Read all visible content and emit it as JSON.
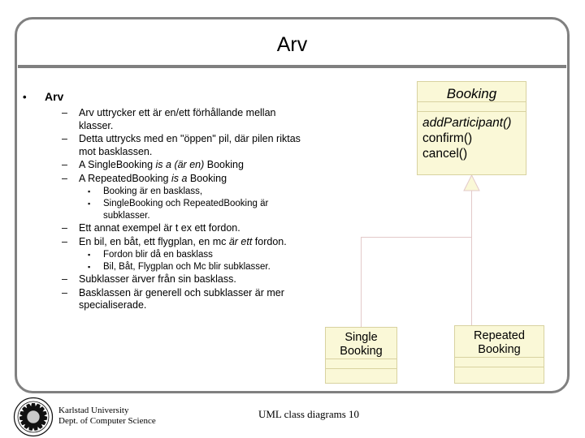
{
  "slide": {
    "title": "Arv",
    "frame_color": "#808080",
    "background": "#ffffff"
  },
  "outline": [
    {
      "level": 1,
      "marker": "•",
      "bold": true,
      "text": "Arv"
    },
    {
      "level": 2,
      "marker": "–",
      "text": "Arv uttrycker ett är en/ett förhållande mellan klasser."
    },
    {
      "level": 2,
      "marker": "–",
      "text": "Detta uttrycks med en \"öppen\" pil, där pilen riktas mot basklassen."
    },
    {
      "level": 2,
      "marker": "–",
      "text_parts": [
        {
          "text": "A SingleBooking ",
          "italic": false
        },
        {
          "text": "is a (är en)",
          "italic": true
        },
        {
          "text": " Booking",
          "italic": false
        }
      ],
      "text": "A SingleBooking is a (är en) Booking"
    },
    {
      "level": 2,
      "marker": "–",
      "text_parts": [
        {
          "text": "A RepeatedBooking ",
          "italic": false
        },
        {
          "text": "is a",
          "italic": true
        },
        {
          "text": " Booking",
          "italic": false
        }
      ],
      "text": "A RepeatedBooking is a Booking"
    },
    {
      "level": 3,
      "marker": "▪",
      "text": "Booking är en basklass,"
    },
    {
      "level": 3,
      "marker": "▪",
      "text": "SingleBooking och RepeatedBooking är subklasser."
    },
    {
      "level": 2,
      "marker": "–",
      "text": "Ett annat exempel är t ex ett fordon."
    },
    {
      "level": 2,
      "marker": "–",
      "text_parts": [
        {
          "text": "En bil, en båt, ett flygplan, en mc ",
          "italic": false
        },
        {
          "text": "är ett",
          "italic": true
        },
        {
          "text": " fordon.",
          "italic": false
        }
      ],
      "text": "En bil, en båt, ett flygplan, en mc är ett fordon."
    },
    {
      "level": 3,
      "marker": "▪",
      "text": "Fordon blir då en basklass"
    },
    {
      "level": 3,
      "marker": "▪",
      "text": "Bil, Båt, Flygplan och Mc blir subklasser."
    },
    {
      "level": 2,
      "marker": "–",
      "text": "Subklasser ärver från sin basklass."
    },
    {
      "level": 2,
      "marker": "–",
      "text": "Basklassen är generell och subklasser är mer specialiserade."
    }
  ],
  "diagram": {
    "type": "uml-class-diagram",
    "relation": "generalization",
    "fill_color": "#FAF8D7",
    "border_color": "#D8D2A0",
    "connector_color": "#E3C9C9",
    "classes": [
      {
        "id": "booking",
        "name": "Booking",
        "abstract": true,
        "attributes": [],
        "operations": [
          {
            "name": "addParticipant()",
            "abstract": true
          },
          {
            "name": "confirm()",
            "abstract": false
          },
          {
            "name": "cancel()",
            "abstract": false
          }
        ]
      },
      {
        "id": "single",
        "name_line1": "Single",
        "name_line2": "Booking",
        "name": "Single Booking",
        "abstract": false,
        "attributes": [],
        "operations": []
      },
      {
        "id": "repeated",
        "name_line1": "Repeated",
        "name_line2": "Booking",
        "name": "Repeated Booking",
        "abstract": false,
        "attributes": [],
        "operations": []
      }
    ]
  },
  "footer": {
    "university_line1": "Karlstad University",
    "university_line2": "Dept. of Computer Science",
    "center_text": "UML class diagrams 10",
    "logo": "karlstad-university-seal"
  }
}
